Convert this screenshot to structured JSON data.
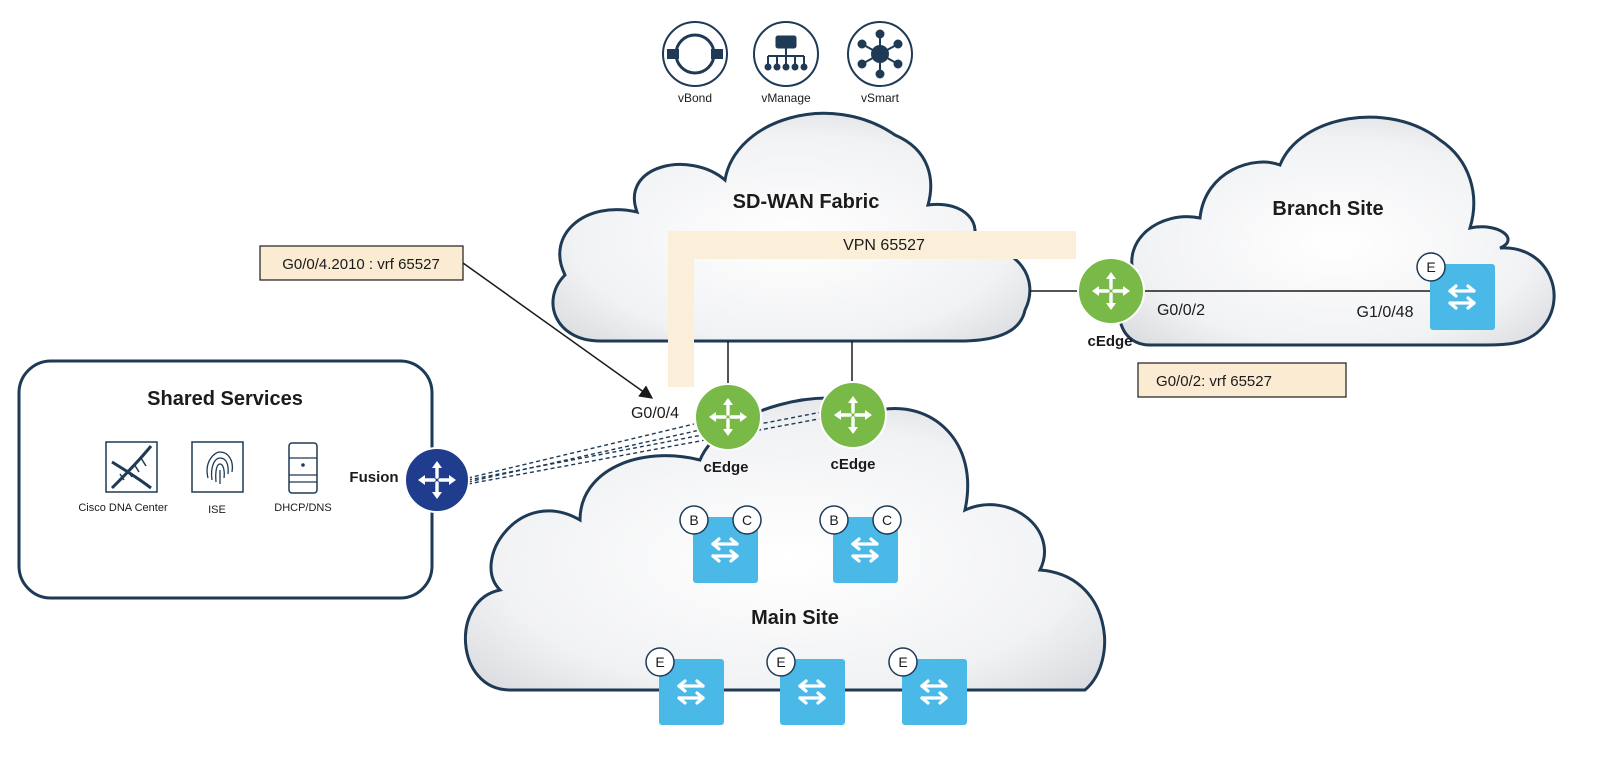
{
  "controllers": [
    {
      "icon": "vbond-icon",
      "label": "vBond"
    },
    {
      "icon": "vmanage-icon",
      "label": "vManage"
    },
    {
      "icon": "vsmart-icon",
      "label": "vSmart"
    }
  ],
  "clouds": {
    "fabric": "SD-WAN Fabric",
    "branch": "Branch Site",
    "main": "Main Site"
  },
  "vpn_band_label": "VPN 65527",
  "callouts": {
    "left": "G0/0/4.2010 : vrf 65527",
    "right": "G0/0/2: vrf 65527"
  },
  "shared_services": {
    "title": "Shared Services",
    "items": [
      {
        "icon": "dna-helix-icon",
        "label": "Cisco DNA Center"
      },
      {
        "icon": "fingerprint-icon",
        "label": "ISE"
      },
      {
        "icon": "server-icon",
        "label": "DHCP/DNS"
      }
    ]
  },
  "fusion_label": "Fusion",
  "routers": {
    "main_left": "cEdge",
    "main_right": "cEdge",
    "branch": "cEdge"
  },
  "interfaces": {
    "main_g004": "G0/0/4",
    "branch_g002": "G0/0/2",
    "branch_g1048": "G1/0/48"
  },
  "badges": {
    "border": "B",
    "control": "C",
    "edge": "E"
  },
  "colors": {
    "router_green": "#78b948",
    "fusion_blue": "#1f3d8c",
    "switch_blue": "#4bb9e8",
    "outline_navy": "#1e3a54",
    "callout_fill": "#fbebd2",
    "vpn_band": "#fcefd9"
  }
}
